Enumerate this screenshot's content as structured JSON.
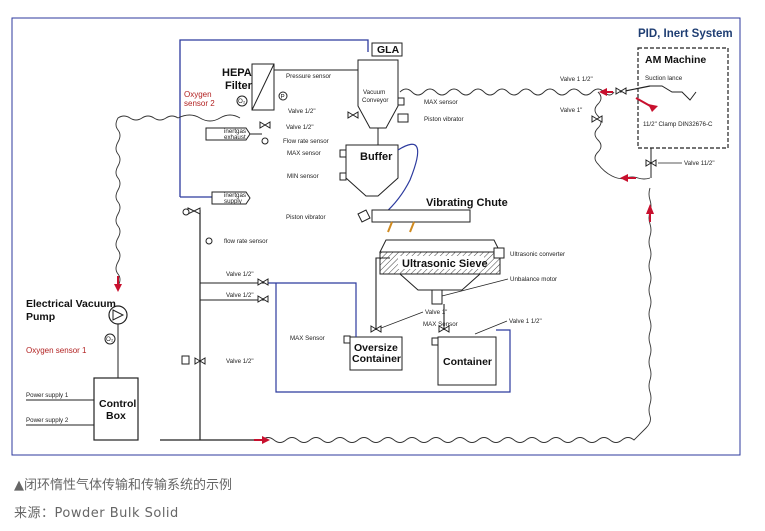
{
  "title": "PID, Inert System",
  "colors": {
    "pipe_blue": "#2c3a9e",
    "arrow_red": "#c8102e",
    "line": "#222222",
    "border": "#2c3a9e",
    "caption": "#666666"
  },
  "equipment": {
    "am_machine": "AM Machine",
    "suction_lance": "Suction lance",
    "clamp": "11/2\" Clamp DIN32676-C",
    "hepa_filter": [
      "HEPA",
      "Filter"
    ],
    "vacuum_conveyor": [
      "Vacuum",
      "Conveyor"
    ],
    "buffer": "Buffer",
    "vibrating_chute": "Vibrating Chute",
    "ultrasonic_sieve": "Ultrasonic Sieve",
    "oversize_container": [
      "Oversize",
      "Container"
    ],
    "container": "Container",
    "vacuum_pump": [
      "Electrical Vacuum",
      "Pump"
    ],
    "control_box": [
      "Control",
      "Box"
    ],
    "gla": "GLA",
    "inertgas_exhaust": [
      "inertgas",
      "exhaust"
    ],
    "inertgas_supply": [
      "inertgas",
      "supply"
    ]
  },
  "labels": {
    "pressure_sensor": "Pressure sensor",
    "valve_half_1": "Valve 1/2\"",
    "valve_half_2": "Valve 1/2\"",
    "flow_rate_sensor_top": "Flow rate sensor",
    "max_sensor_buffer": "MAX sensor",
    "min_sensor": "MIN sensor",
    "max_sensor_conveyor": "MAX sensor",
    "piston_vibrator_1": "Piston vibrator",
    "piston_vibrator_2": "Piston vibrator",
    "flow_rate_sensor_mid": "flow rate sensor",
    "valve_half_3": "Valve 1/2\"",
    "valve_half_4": "Valve 1/2\"",
    "valve_half_5": "Valve 1/2\"",
    "max_sensor_oversize": "MAX Sensor",
    "valve_1": "Valve 1\"",
    "max_sensor_container": "MAX Sensor",
    "valve_1_half_container": "Valve 1 1/2\"",
    "ultrasonic_converter": "Ultrasonic converter",
    "unbalance_motor": "Unbalance motor",
    "valve_1_half_top": "Valve 1 1/2\"",
    "valve_1_top": "Valve 1\"",
    "valve_11_2": "Valve 11/2\"",
    "oxygen_sensor_2": [
      "Oxygen",
      "sensor 2"
    ],
    "oxygen_sensor_1": "Oxygen sensor 1",
    "power_supply_1": "Power supply 1",
    "power_supply_2": "Power supply 2",
    "p_symbol": "P",
    "o2_symbol_1": "O₂",
    "o2_symbol_2": "O₂"
  },
  "caption": {
    "line1": "▲闭环惰性气体传输和传输系统的示例",
    "line2": "来源：Powder Bulk Solid"
  }
}
